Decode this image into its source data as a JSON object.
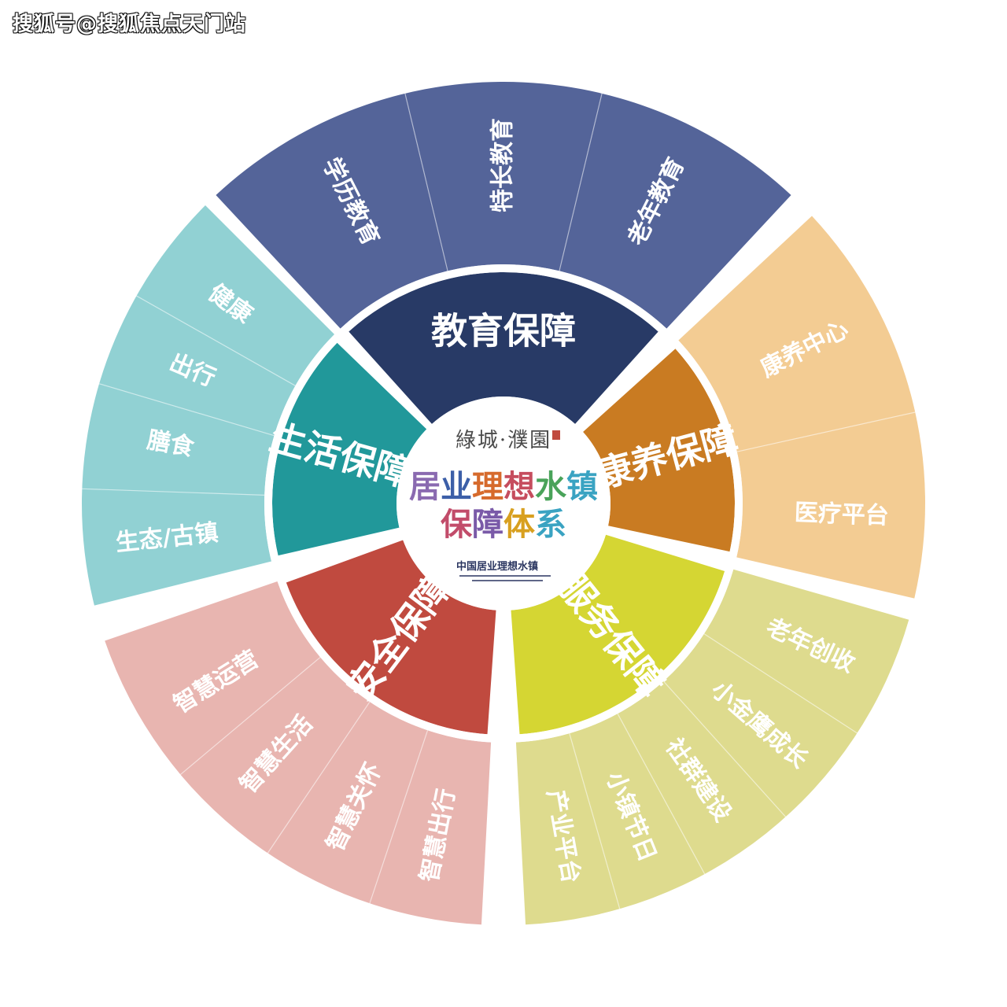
{
  "watermark": "搜狐号@搜狐焦点天门站",
  "center": {
    "brand": "綠城·濮園",
    "title_line1": [
      "居",
      "业",
      "理",
      "想",
      "水",
      "镇"
    ],
    "title_line2": [
      "保",
      "障",
      "体",
      "系"
    ],
    "logo": "中国居业理想水镇"
  },
  "colors": {
    "title_line1": [
      "#8a6ab0",
      "#3c5fa8",
      "#d66a2c",
      "#c64d5e",
      "#4aa35a",
      "#3aa3c2"
    ],
    "title_line2": [
      "#c24c6a",
      "#7a5aa8",
      "#d8a020",
      "#3aa3c2"
    ]
  },
  "segments": [
    {
      "name": "education",
      "label": "教育保障",
      "inner_color": "#283a66",
      "outer_color": "#546499",
      "items": [
        "学历教育",
        "特长教育",
        "老年教育"
      ]
    },
    {
      "name": "health",
      "label": "康养保障",
      "inner_color": "#c97b22",
      "outer_color": "#f3cc93",
      "items": [
        "康养中心",
        "医疗平台"
      ]
    },
    {
      "name": "service",
      "label": "服务保障",
      "inner_color": "#d5d633",
      "outer_color": "#dedb8e",
      "items": [
        "老年创收",
        "小金鹰成长",
        "社群建设",
        "小镇节日",
        "产业平台"
      ]
    },
    {
      "name": "safety",
      "label": "安全保障",
      "inner_color": "#c04a3f",
      "outer_color": "#e8b5b0",
      "items": [
        "智慧出行",
        "智慧关怀",
        "智慧生活",
        "智慧运营"
      ]
    },
    {
      "name": "life",
      "label": "生活保障",
      "inner_color": "#21989a",
      "outer_color": "#91d1d3",
      "items": [
        "生态/古镇",
        "膳食",
        "出行",
        "健康"
      ]
    }
  ]
}
